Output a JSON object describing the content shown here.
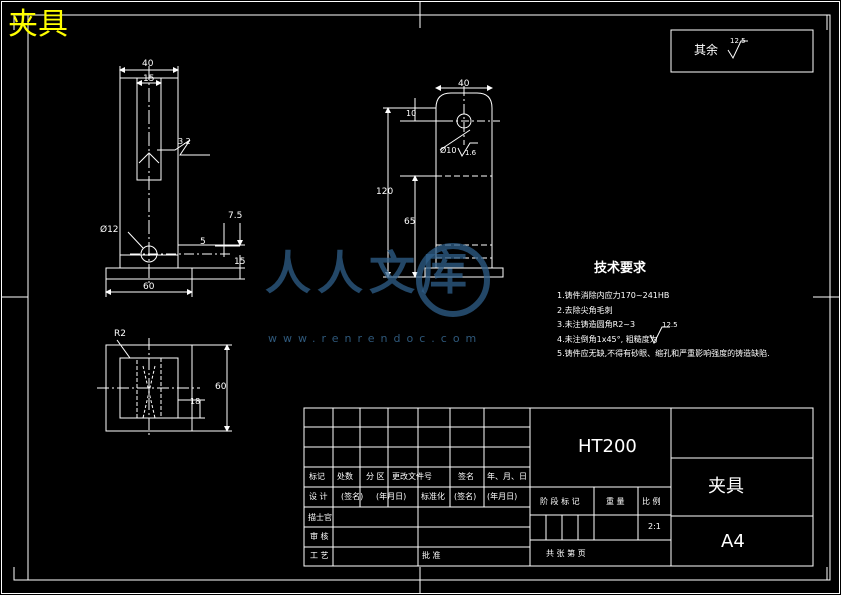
{
  "drawing": {
    "corner_title": "夹具",
    "roughness_note": "其余",
    "roughness_value": "12.5",
    "technical_requirements": {
      "title": "技术要求",
      "items": [
        "1.铸件消除内应力170~241HB",
        "2.去除尖角毛刺",
        "3.未注铸造圆角R2~3",
        "4.未注倒角1x45°, 粗糙度为",
        "5.铸件应无缺,不得有砂眼、缩孔和严重影响强度的铸造缺陷."
      ],
      "item4_roughness": "12.5"
    },
    "dimensions": {
      "front_width_top": "40",
      "front_slot": "15",
      "front_roughness": "3.2",
      "front_hole": "Ø12",
      "front_7_5": "7.5",
      "front_5": "5",
      "front_15": "15",
      "front_base": "60",
      "side_width": "40",
      "side_10": "10",
      "side_hole": "Ø10",
      "side_roughness": "1.6",
      "side_120": "120",
      "side_65": "65",
      "top_radius": "R2",
      "top_60": "60",
      "top_18": "18"
    },
    "title_block": {
      "material": "HT200",
      "part_name": "夹具",
      "sheet_size": "A4",
      "scale": "2:1",
      "headers": [
        "标记",
        "处数",
        "分 区",
        "更改文件号",
        "签名",
        "年、月、日"
      ],
      "row_design": [
        "设 计",
        "(签名)",
        "(年月日)",
        "标准化",
        "(签名)",
        "(年月日)"
      ],
      "row_labels": [
        "描士官",
        "审 核",
        "工 艺"
      ],
      "approve": "批 准",
      "stage_headers": [
        "阶 段 标 记",
        "重 量",
        "比 例"
      ],
      "sheet_info": "共    张    第    页"
    },
    "watermark": {
      "text": "人人文库",
      "url": "www.renrendoc.com"
    }
  }
}
